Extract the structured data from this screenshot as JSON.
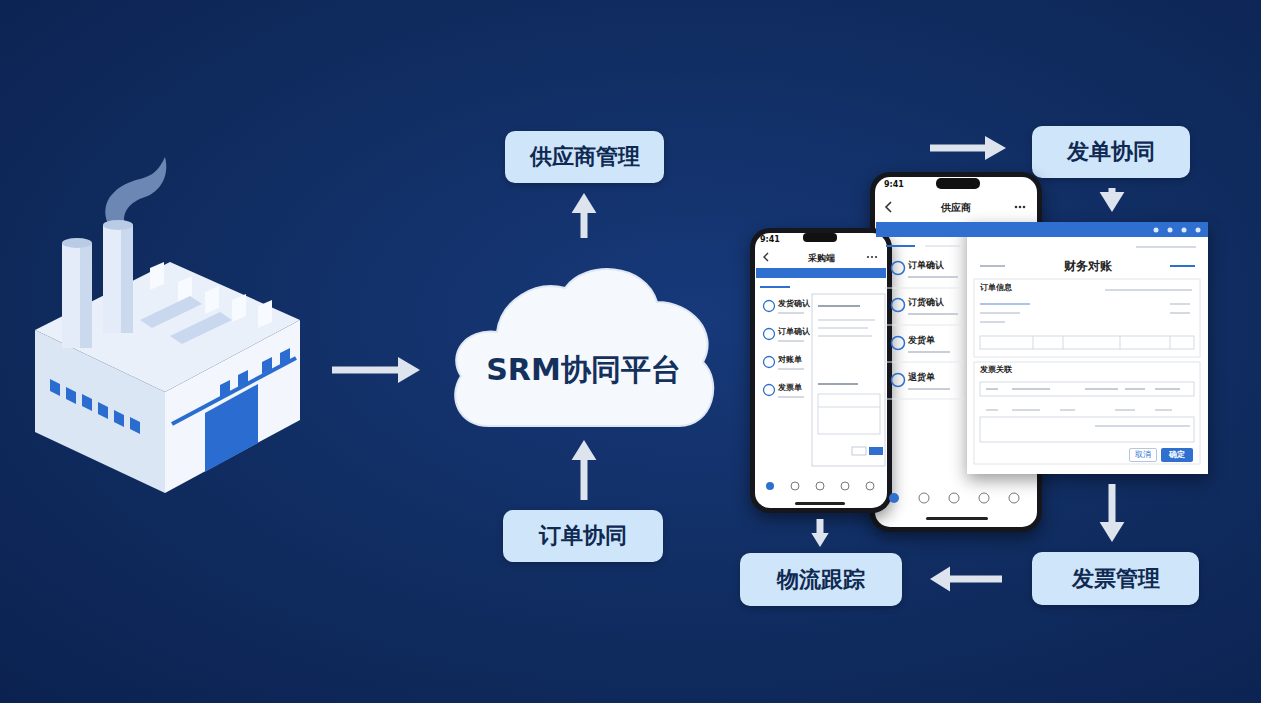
{
  "diagram": {
    "nodes": [
      {
        "text": [
          "供应商管理"
        ]
      },
      {
        "text": [
          "SRM协同平台"
        ]
      },
      {
        "text": [
          "订单协同"
        ]
      },
      {
        "text": [
          "发单协同"
        ]
      },
      {
        "text": [
          "采购端"
        ]
      },
      {
        "text": [
          "供应商"
        ]
      },
      {
        "text": [
          "财务对账"
        ]
      },
      {
        "text": [
          "物流跟踪"
        ]
      },
      {
        "text": [
          "发票管理"
        ]
      }
    ],
    "edges": [
      {
        "from": 1,
        "to": 0,
        "arrow": "to"
      },
      {
        "from": 2,
        "to": 1,
        "arrow": "to"
      },
      {
        "from": 3,
        "to": 6,
        "arrow": "to"
      },
      {
        "from": 6,
        "to": 8,
        "arrow": "to"
      },
      {
        "from": 8,
        "to": 7,
        "arrow": "to"
      },
      {
        "from": 4,
        "to": 7,
        "arrow": "to"
      }
    ],
    "labels": [
      "9:41",
      "发货确认",
      "订单确认",
      "对账单",
      "发票单",
      "9:41",
      "订单确认",
      "订货确认",
      "发货单",
      "退货单",
      "订单信息",
      "发票关联",
      "取消",
      "确定"
    ]
  }
}
